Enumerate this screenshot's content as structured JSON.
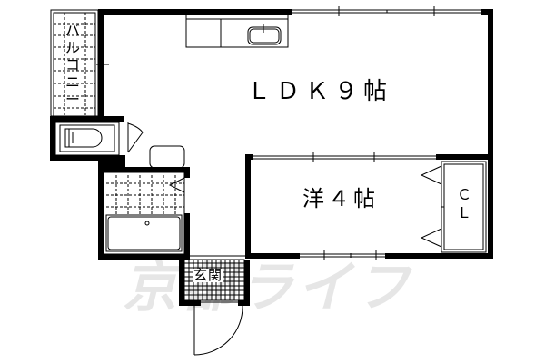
{
  "floor_plan": {
    "rooms": [
      {
        "id": "ldk",
        "label": "ＬＤＫ９帖",
        "type": "LDK",
        "size_jou": 9
      },
      {
        "id": "western",
        "label": "洋４帖",
        "type": "Western-style room",
        "size_jou": 4
      },
      {
        "id": "closet",
        "label": "ＣＬ",
        "type": "Closet"
      },
      {
        "id": "balcony",
        "label": "バルコニー",
        "type": "Balcony"
      },
      {
        "id": "entrance",
        "label": "玄関",
        "type": "Entrance"
      },
      {
        "id": "toilet",
        "label": "",
        "type": "Toilet"
      },
      {
        "id": "bath",
        "label": "",
        "type": "Bathroom"
      }
    ],
    "watermark": "京都ライフ"
  },
  "colors": {
    "wall": "#000000",
    "background": "#ffffff",
    "watermark": "#e6e6e6"
  }
}
